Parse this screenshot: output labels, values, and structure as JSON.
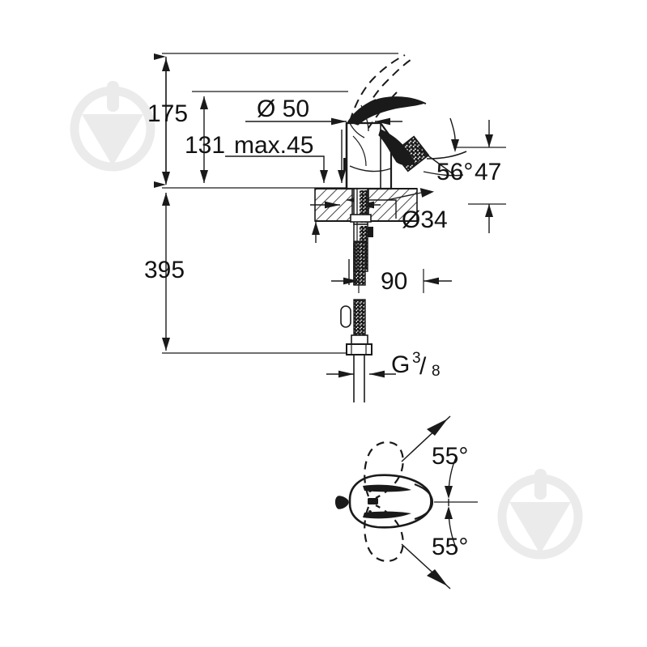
{
  "drawing": {
    "title": "Single-lever basin/bidet mixer — dimension drawing",
    "units": "mm",
    "line_color": "#1a1a1a",
    "text_color": "#121212",
    "background": "#ffffff",
    "watermark_color": "#ebebeb",
    "watermark_name": "droplet-in-circle-watermark",
    "watermark_count": 2
  },
  "dimensions": {
    "total_height": "175",
    "spout_height": "131",
    "deck_thickness_max": "max.45",
    "base_diameter": "Ø 50",
    "hole_diameter": "Ø34",
    "spout_angle": "56°",
    "spout_reach": "47",
    "tail_length": "90",
    "overall_length": "395",
    "thread_prefix": "G",
    "thread_numerator": "3",
    "thread_slash": "/",
    "thread_denominator": "8",
    "swivel_upper": "55°",
    "swivel_lower": "55°"
  },
  "views": {
    "front_section": {
      "label": "front-section-view"
    },
    "top_plan": {
      "label": "top-plan-view"
    }
  }
}
